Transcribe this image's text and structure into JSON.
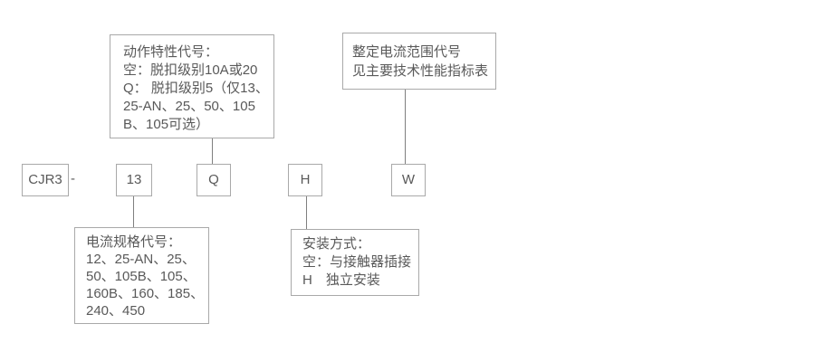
{
  "colors": {
    "background": "#ffffff",
    "box_border": "#a9a9a9",
    "text": "#595959",
    "connector": "#7f7f7f"
  },
  "model_code": {
    "prefix": "CJR3",
    "separator": "-",
    "segments": [
      "13",
      "Q",
      "H",
      "W"
    ]
  },
  "callouts": {
    "action_characteristic": {
      "lines": [
        "动作特性代号：",
        "空：脱扣级别10A或20",
        "Q： 脱扣级别5（仅13、",
        "25-AN、25、50、105",
        "B、105可选）"
      ]
    },
    "setting_current_range": {
      "lines": [
        "整定电流范围代号",
        "见主要技术性能指标表"
      ]
    },
    "current_spec": {
      "lines": [
        "电流规格代号：",
        "12、25-AN、25、",
        "50、105B、105、",
        "160B、160、185、",
        "240、450"
      ]
    },
    "mounting_type": {
      "lines": [
        "安装方式：",
        "空：与接触器插接",
        "H　独立安装"
      ]
    }
  }
}
